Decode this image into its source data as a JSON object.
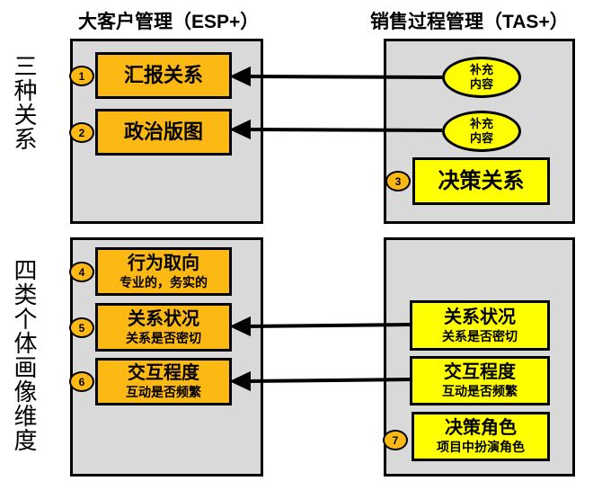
{
  "titles": {
    "left": "大客户管理（ESP+）",
    "right": "销售过程管理（TAS+）"
  },
  "side_labels": {
    "top": "三种关系",
    "bottom": "四类个体画像维度"
  },
  "top_left_panel": {
    "boxes": [
      {
        "badge": "1",
        "label": "汇报关系"
      },
      {
        "badge": "2",
        "label": "政治版图"
      }
    ]
  },
  "top_right_panel": {
    "ellipses": [
      {
        "line1": "补充",
        "line2": "内容"
      },
      {
        "line1": "补充",
        "line2": "内容"
      }
    ],
    "box": {
      "badge": "3",
      "label": "决策关系"
    }
  },
  "bottom_left_panel": {
    "boxes": [
      {
        "badge": "4",
        "label": "行为取向",
        "sub": "专业的，务实的"
      },
      {
        "badge": "5",
        "label": "关系状况",
        "sub": "关系是否密切"
      },
      {
        "badge": "6",
        "label": "交互程度",
        "sub": "互动是否频繁"
      }
    ]
  },
  "bottom_right_panel": {
    "boxes": [
      {
        "label": "关系状况",
        "sub": "关系是否密切"
      },
      {
        "label": "交互程度",
        "sub": "互动是否频繁"
      },
      {
        "badge": "7",
        "label": "决策角色",
        "sub": "项目中扮演角色"
      }
    ]
  },
  "colors": {
    "panel_fill": "#d9d9d9",
    "orange": "#fcb813",
    "yellow": "#ffff00",
    "border": "#000000",
    "background": "#ffffff"
  }
}
